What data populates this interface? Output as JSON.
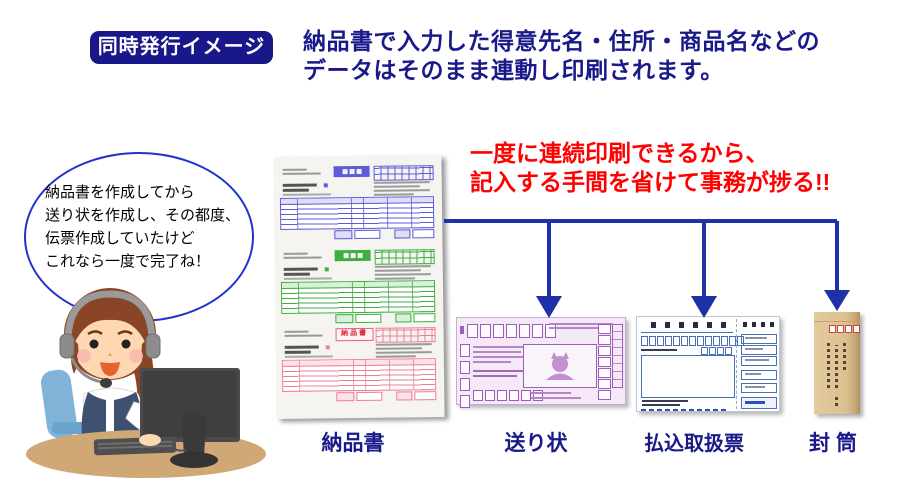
{
  "badge": {
    "label": "同時発行イメージ"
  },
  "heading": {
    "line1": "納品書で入力した得意先名・住所・商品名などの",
    "line2": "データはそのまま連動し印刷されます。"
  },
  "callout": {
    "line1": "一度に連続印刷できるから、",
    "line2": "記入する手間を省けて事務が捗る!!"
  },
  "speech_bubble": {
    "lines": [
      "納品書を作成してから",
      "送り状を作成し、その都度、",
      "伝票作成していたけど",
      "これなら一度で完了ね！"
    ]
  },
  "form_stack": {
    "delivery_slip_title": "納品書"
  },
  "doc_labels": {
    "delivery_slip": "納品書",
    "shipping_label": "送り状",
    "payment_slip": "払込取扱票",
    "envelope": "封筒"
  },
  "palette": {
    "navy": "#191989",
    "badge_bg": "#18188a",
    "red": "#ff0000",
    "arrow_blue": "#2030a8",
    "form_blue": "#5c5cd8",
    "form_green": "#3fae3f",
    "form_pink": "#ef7f97",
    "shipping_purple": "#9c5fb5",
    "payment_blue": "#4a6fb5",
    "envelope_tan": "#dcc08f",
    "bubble_border": "#2233cc"
  }
}
